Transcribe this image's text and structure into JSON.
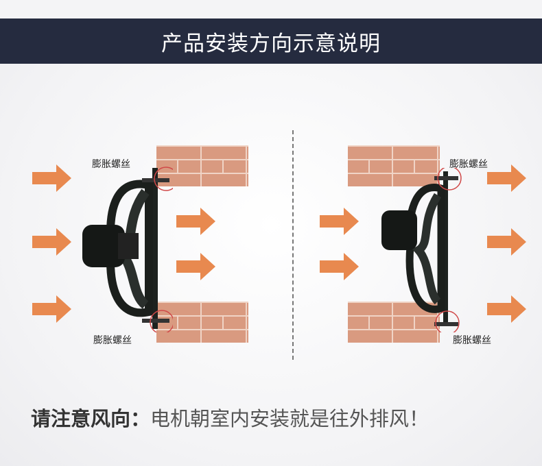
{
  "header": {
    "title": "产品安装方向示意说明"
  },
  "diagram": {
    "left_panel": {
      "label_top": "膨胀螺丝",
      "label_bottom": "膨胀螺丝"
    },
    "right_panel": {
      "label_top": "膨胀螺丝",
      "label_bottom": "膨胀螺丝"
    },
    "arrow_color": "#e8894f",
    "brick_color": "#d99a80"
  },
  "note": {
    "emphasis": "请注意风向：",
    "text": "电机朝室内安装就是往外排风！"
  }
}
